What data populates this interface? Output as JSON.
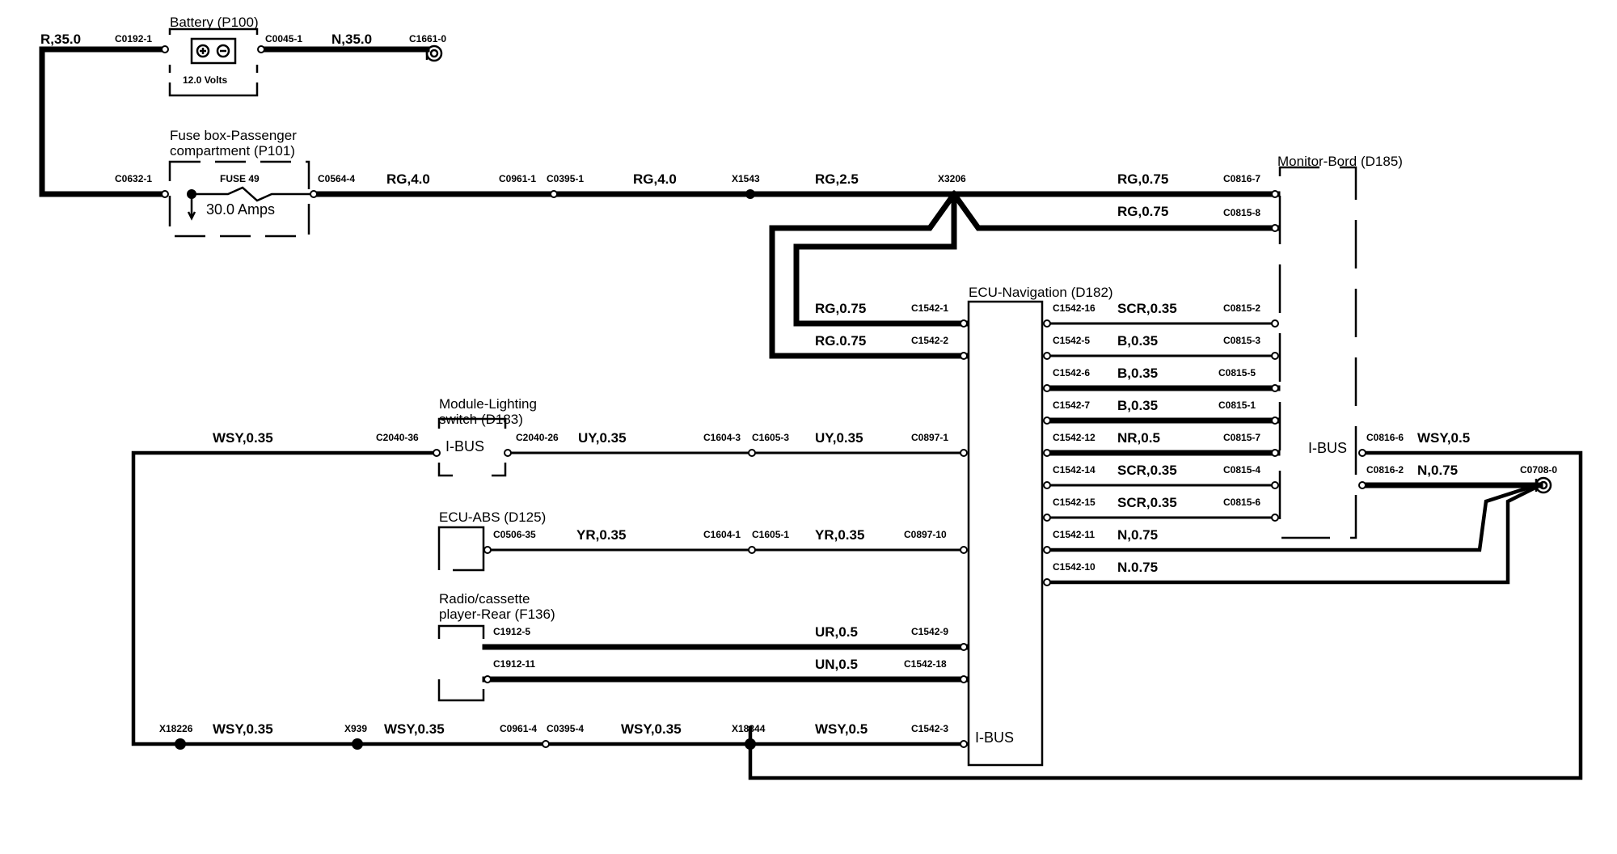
{
  "components": {
    "battery": {
      "name": "Battery (P100)",
      "rating": "12.0 Volts"
    },
    "fuse_box": {
      "name_line1": "Fuse box-Passenger",
      "name_line2": "compartment (P101)",
      "fuse": "FUSE 49",
      "rating": "30.0 Amps"
    },
    "monitor": {
      "name": "Monitor-Bord (D185)",
      "bus": "I-BUS"
    },
    "ecu_nav": {
      "name": "ECU-Navigation (D182)",
      "bus": "I-BUS"
    },
    "module_lighting": {
      "name_line1": "Module-Lighting",
      "name_line2": "switch (D183)",
      "bus": "I-BUS"
    },
    "ecu_abs": {
      "name": "ECU-ABS (D125)"
    },
    "radio": {
      "name_line1": "Radio/cassette",
      "name_line2": "player-Rear (F136)"
    }
  },
  "wire_labels": {
    "r35": "R,35.0",
    "n35": "N,35.0",
    "rg40_a": "RG,4.0",
    "rg40_b": "RG,4.0",
    "rg25": "RG,2.5",
    "rg075_m1": "RG,0.75",
    "rg075_m2": "RG,0.75",
    "rg075_e1": "RG,0.75",
    "rg075_e2": "RG.0.75",
    "scr035_1": "SCR,0.35",
    "b035_1": "B,0.35",
    "b035_2": "B,0.35",
    "b035_3": "B,0.35",
    "nr05": "NR,0.5",
    "scr035_2": "SCR,0.35",
    "scr035_3": "SCR,0.35",
    "n075_1": "N,0.75",
    "n075_2": "N.0.75",
    "wsy05_mon": "WSY,0.5",
    "n075_mon": "N,0.75",
    "wsy035_l": "WSY,0.35",
    "uy035_a": "UY,0.35",
    "uy035_b": "UY,0.35",
    "yr035_a": "YR,0.35",
    "yr035_b": "YR,0.35",
    "ur05": "UR,0.5",
    "un05": "UN,0.5",
    "wsy035_b1": "WSY,0.35",
    "wsy035_b2": "WSY,0.35",
    "wsy035_b3": "WSY,0.35",
    "wsy05_b": "WSY,0.5"
  },
  "connectors": {
    "c0192_1": "C0192-1",
    "c0045_1": "C0045-1",
    "c1661_0": "C1661-0",
    "c0632_1": "C0632-1",
    "c0564_4": "C0564-4",
    "c0961_1": "C0961-1",
    "c0395_1": "C0395-1",
    "x1543": "X1543",
    "x3206": "X3206",
    "c0816_7": "C0816-7",
    "c0815_8": "C0815-8",
    "c1542_1": "C1542-1",
    "c1542_2": "C1542-2",
    "c1542_16": "C1542-16",
    "c0815_2": "C0815-2",
    "c1542_5": "C1542-5",
    "c0815_3": "C0815-3",
    "c1542_6": "C1542-6",
    "c0815_5": "C0815-5",
    "c1542_7": "C1542-7",
    "c0815_1": "C0815-1",
    "c1542_12": "C1542-12",
    "c0815_7": "C0815-7",
    "c1542_14": "C1542-14",
    "c0815_4": "C0815-4",
    "c1542_15": "C1542-15",
    "c0815_6": "C0815-6",
    "c1542_11": "C1542-11",
    "c1542_10": "C1542-10",
    "c0816_6": "C0816-6",
    "c0816_2": "C0816-2",
    "c0708_0": "C0708-0",
    "c2040_36": "C2040-36",
    "c2040_26": "C2040-26",
    "c1604_3": "C1604-3",
    "c1605_3": "C1605-3",
    "c0897_1": "C0897-1",
    "c0506_35": "C0506-35",
    "c1604_1": "C1604-1",
    "c1605_1": "C1605-1",
    "c0897_10": "C0897-10",
    "c1912_5": "C1912-5",
    "c1542_9": "C1542-9",
    "c1912_11": "C1912-11",
    "c1542_18": "C1542-18",
    "x18226": "X18226",
    "x939": "X939",
    "c0961_4": "C0961-4",
    "c0395_4": "C0395-4",
    "x18344": "X18344",
    "c1542_3": "C1542-3"
  }
}
